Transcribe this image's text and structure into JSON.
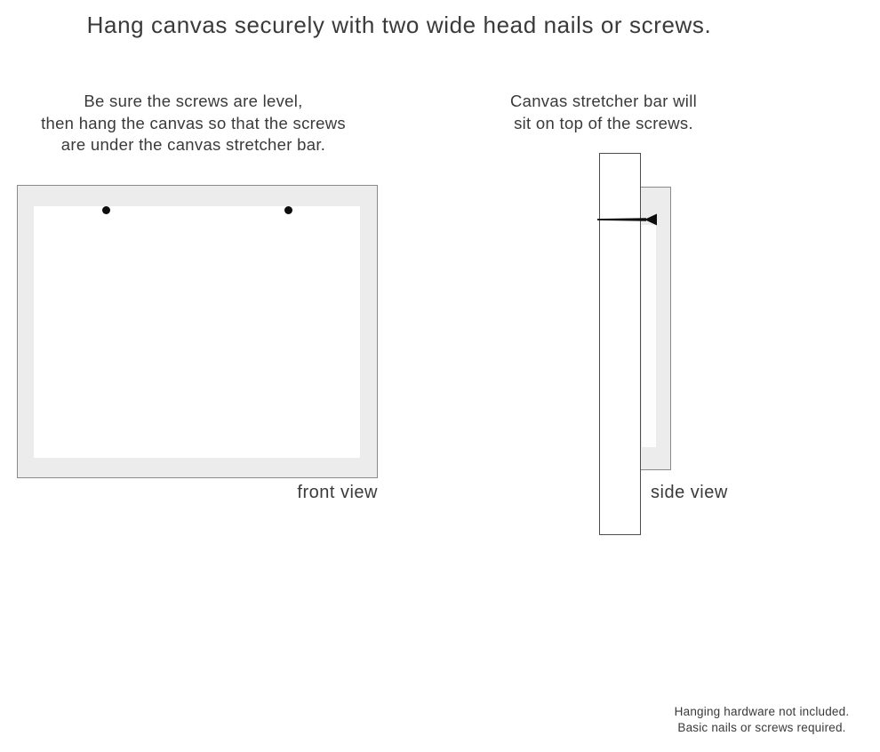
{
  "title": "Hang canvas securely with two wide head nails or screws.",
  "front_section": {
    "instruction_lines": [
      "Be sure the screws are level,",
      "then hang the canvas so that the screws",
      "are under the canvas stretcher bar."
    ],
    "caption": "front view",
    "screw_count": 2
  },
  "side_section": {
    "instruction_lines": [
      "Canvas stretcher bar will",
      "sit on top of the screws."
    ],
    "caption": "side view"
  },
  "footnote_lines": [
    "Hanging hardware not included.",
    "Basic nails or screws required."
  ],
  "icons": {
    "screw_head": "filled-black-circle",
    "nail": "horizontal-nail-head-right"
  },
  "colors": {
    "background": "#ffffff",
    "text": "#3a3a3a",
    "canvas-gray": "#ececec",
    "frame-border": "#8a8a8a",
    "wall-border": "#4d4d4d",
    "hardware-black": "#0d0d0d"
  }
}
